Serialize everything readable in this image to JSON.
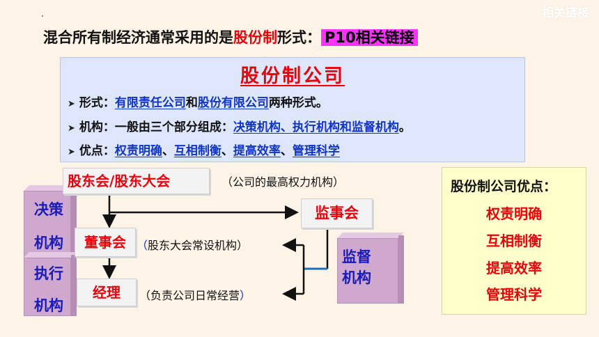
{
  "corner_link": "相关链接",
  "headline": {
    "prefix": "混合所有制经济通常采用的是",
    "highlight": "股份制",
    "suffix": "形式：",
    "tag": "P10相关链接"
  },
  "info_box": {
    "title": "股份制公司",
    "bullets": [
      {
        "label": "形式：",
        "link1": "有限责任公司",
        "connector": "和",
        "link2": "股份有限公司",
        "suffix": "两种形式。"
      },
      {
        "label": "机构：一般由三个部分组成：",
        "link": "决策机构、执行机构和监督机构",
        "suffix": "。"
      },
      {
        "label": "优点：",
        "links": [
          "权责明确",
          "互相制衡",
          "提高效率",
          "管理科学"
        ],
        "separator": "、"
      }
    ]
  },
  "org_chart": {
    "shareholders": "股东会/股东大会",
    "shareholders_note": "（公司的最高权力机构）",
    "supervisors": "监事会",
    "board": "董事会",
    "board_note_open": "（",
    "board_note": "股东大会常设机构）",
    "manager": "经理",
    "manager_note": "（负责公司日常经营",
    "manager_note_close": "）",
    "decision_pillar": [
      "决策",
      "机构"
    ],
    "execution_pillar": [
      "执行",
      "机构"
    ],
    "supervision_pillar": [
      "监督",
      "机构"
    ]
  },
  "advantages": {
    "title": "股份制公司优点：",
    "items": [
      "权责明确",
      "互相制衡",
      "提高效率",
      "管理科学"
    ]
  },
  "colors": {
    "accent_red": "#e8000b",
    "link_blue": "#1034c8",
    "highlight_magenta": "#ff33ff",
    "background": "#fdf3e6",
    "info_box_bg": "#dde6fa",
    "advantage_bg": "#ffffcc",
    "pillar": "#cfa8cf",
    "connector_line": "#1e6fb8"
  }
}
